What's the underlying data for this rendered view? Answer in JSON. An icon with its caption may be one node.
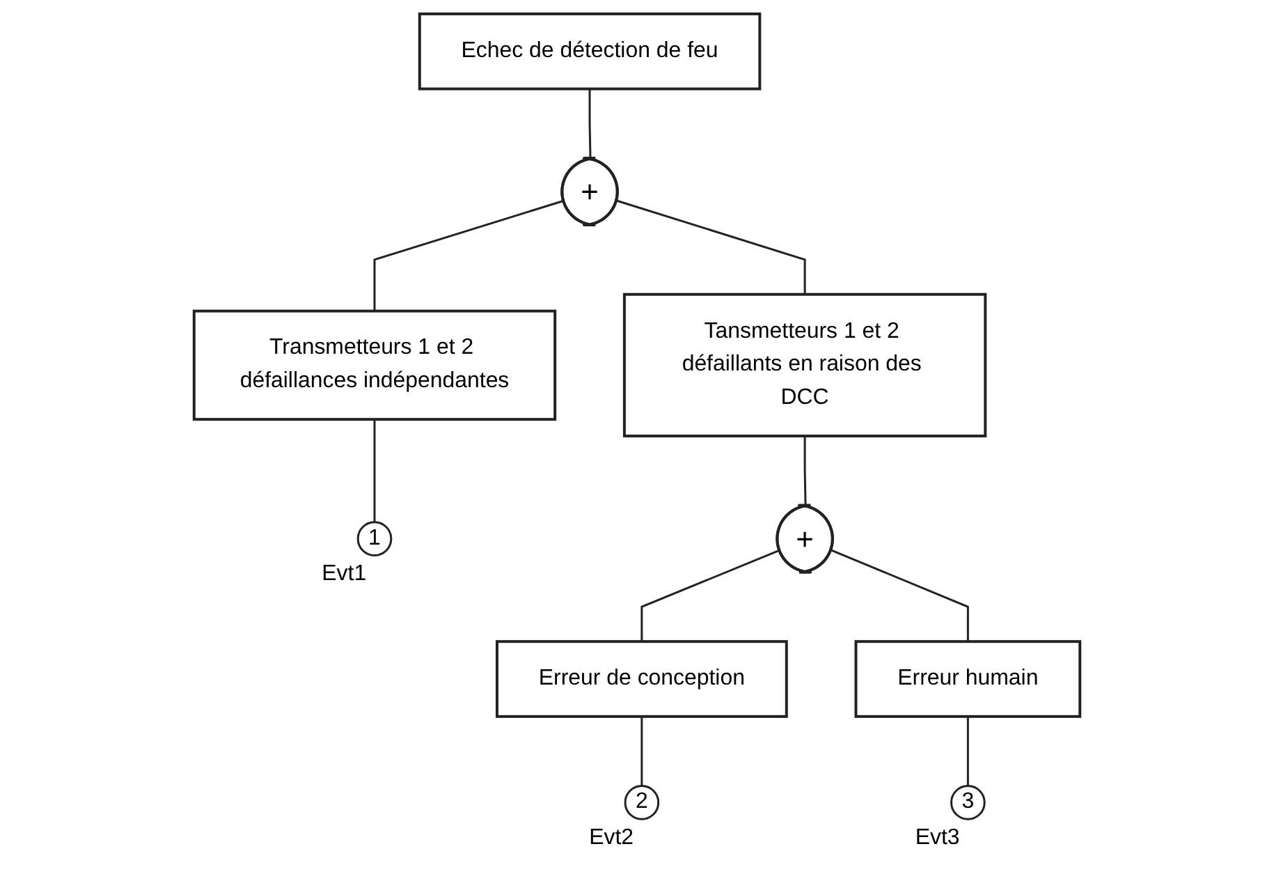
{
  "diagram": {
    "nodes": [
      {
        "text": [
          "Echec de détection de feu"
        ]
      },
      {
        "text": [
          "+"
        ]
      },
      {
        "text": [
          "Transmetteurs 1 et 2 défaillances indépendantes"
        ]
      },
      {
        "text": [
          "1"
        ],
        "beside": [
          "Evt1"
        ]
      },
      {
        "text": [
          "Tansmetteurs 1 et 2 défaillants en raison des DCC"
        ]
      },
      {
        "text": [
          "+"
        ]
      },
      {
        "text": [
          "Erreur de conception"
        ]
      },
      {
        "text": [
          "2"
        ],
        "beside": [
          "Evt2"
        ]
      },
      {
        "text": [
          "Erreur humain"
        ]
      },
      {
        "text": [
          "3"
        ],
        "beside": [
          "Evt3"
        ]
      }
    ],
    "edges": [
      {
        "from": 0,
        "to": 1,
        "arrow": "none"
      },
      {
        "from": 1,
        "to": 2,
        "arrow": "none"
      },
      {
        "from": 1,
        "to": 4,
        "arrow": "none"
      },
      {
        "from": 2,
        "to": 3,
        "arrow": "none"
      },
      {
        "from": 4,
        "to": 5,
        "arrow": "none"
      },
      {
        "from": 5,
        "to": 6,
        "arrow": "none"
      },
      {
        "from": 5,
        "to": 8,
        "arrow": "none"
      },
      {
        "from": 6,
        "to": 7,
        "arrow": "none"
      },
      {
        "from": 8,
        "to": 9,
        "arrow": "none"
      }
    ]
  }
}
